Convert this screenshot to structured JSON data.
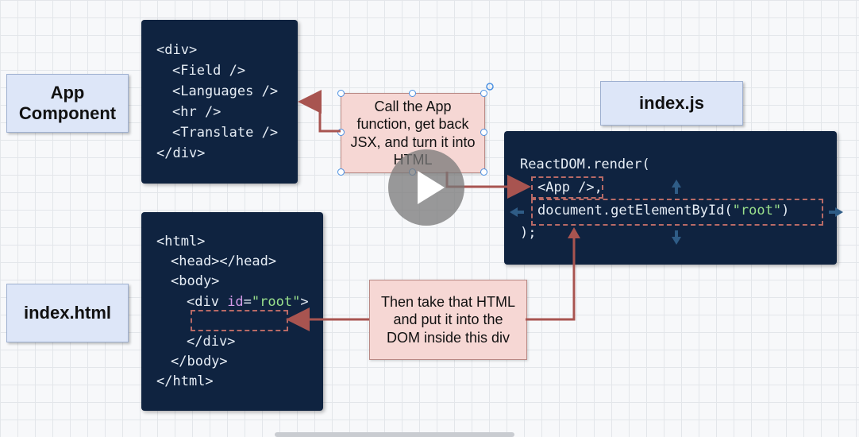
{
  "labels": {
    "app_component": [
      "App",
      "Component"
    ],
    "index_js": "index.js",
    "index_html": "index.html"
  },
  "app_code": [
    "<div>",
    "<Field />",
    "<Languages />",
    "<hr />",
    "<Translate />",
    "</div>"
  ],
  "html_code": {
    "l1": "<html>",
    "l2": "<head></head>",
    "l3": "<body>",
    "l4_tag": "<div ",
    "l4_attr": "id",
    "l4_eq": "=",
    "l4_val": "\"root\"",
    "l4_end": ">",
    "l6": "</div>",
    "l7": "</body>",
    "l8": "</html>"
  },
  "js_code": {
    "l1": "ReactDOM.render(",
    "l2_a": "<App />",
    "l2_b": ",",
    "l3_a": "document.getElementById(",
    "l3_str": "\"root\"",
    "l3_b": ")",
    "l4": ");"
  },
  "notes": {
    "call_app": [
      "Call the App",
      "function, get back",
      "JSX, and turn it into",
      "HTML"
    ],
    "take_html": [
      "Then take that HTML",
      "and put it into the",
      "DOM inside this div"
    ]
  },
  "colors": {
    "code_bg": "#0f2340",
    "label_bg": "#dde6f8",
    "note_bg": "#f6d7d4",
    "arrow": "#a85450",
    "string": "#9ae08c",
    "attr": "#d39be8"
  },
  "icons": [
    "play-icon",
    "move-arrows-icon",
    "rotate-handle-icon"
  ]
}
